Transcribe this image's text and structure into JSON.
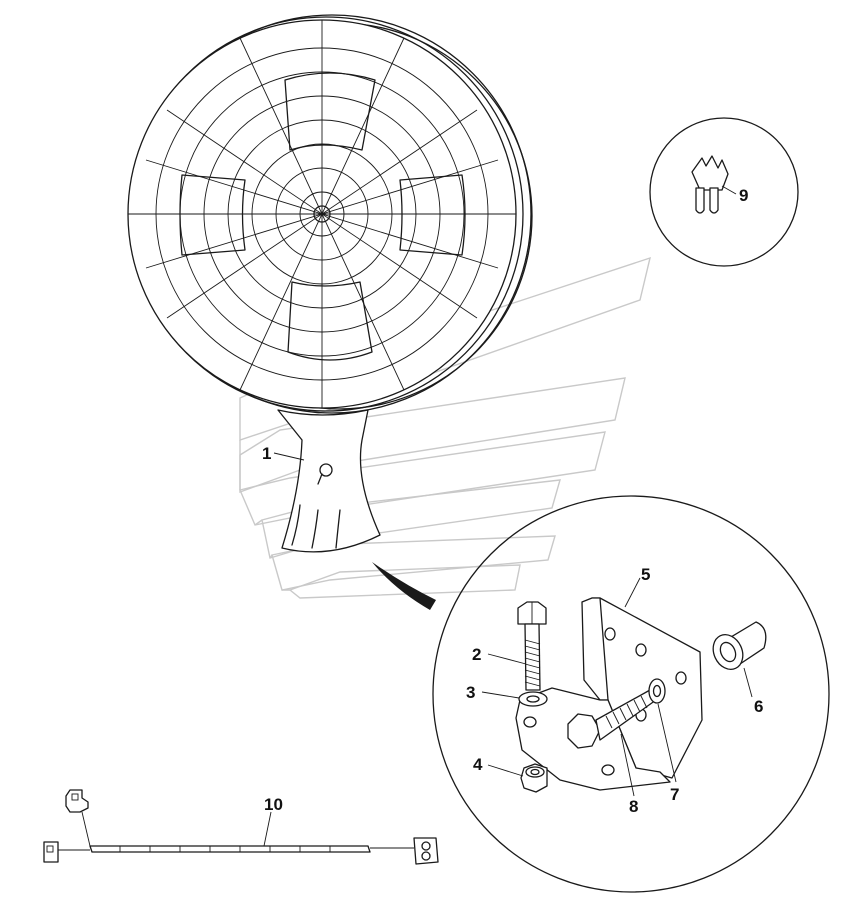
{
  "callouts": {
    "c1": "1",
    "c2": "2",
    "c3": "3",
    "c4": "4",
    "c5": "5",
    "c6": "6",
    "c7": "7",
    "c8": "8",
    "c9": "9",
    "c10": "10"
  },
  "colors": {
    "line": "#1a1a1a",
    "watermark": "#c9c9c9",
    "background": "#ffffff"
  }
}
